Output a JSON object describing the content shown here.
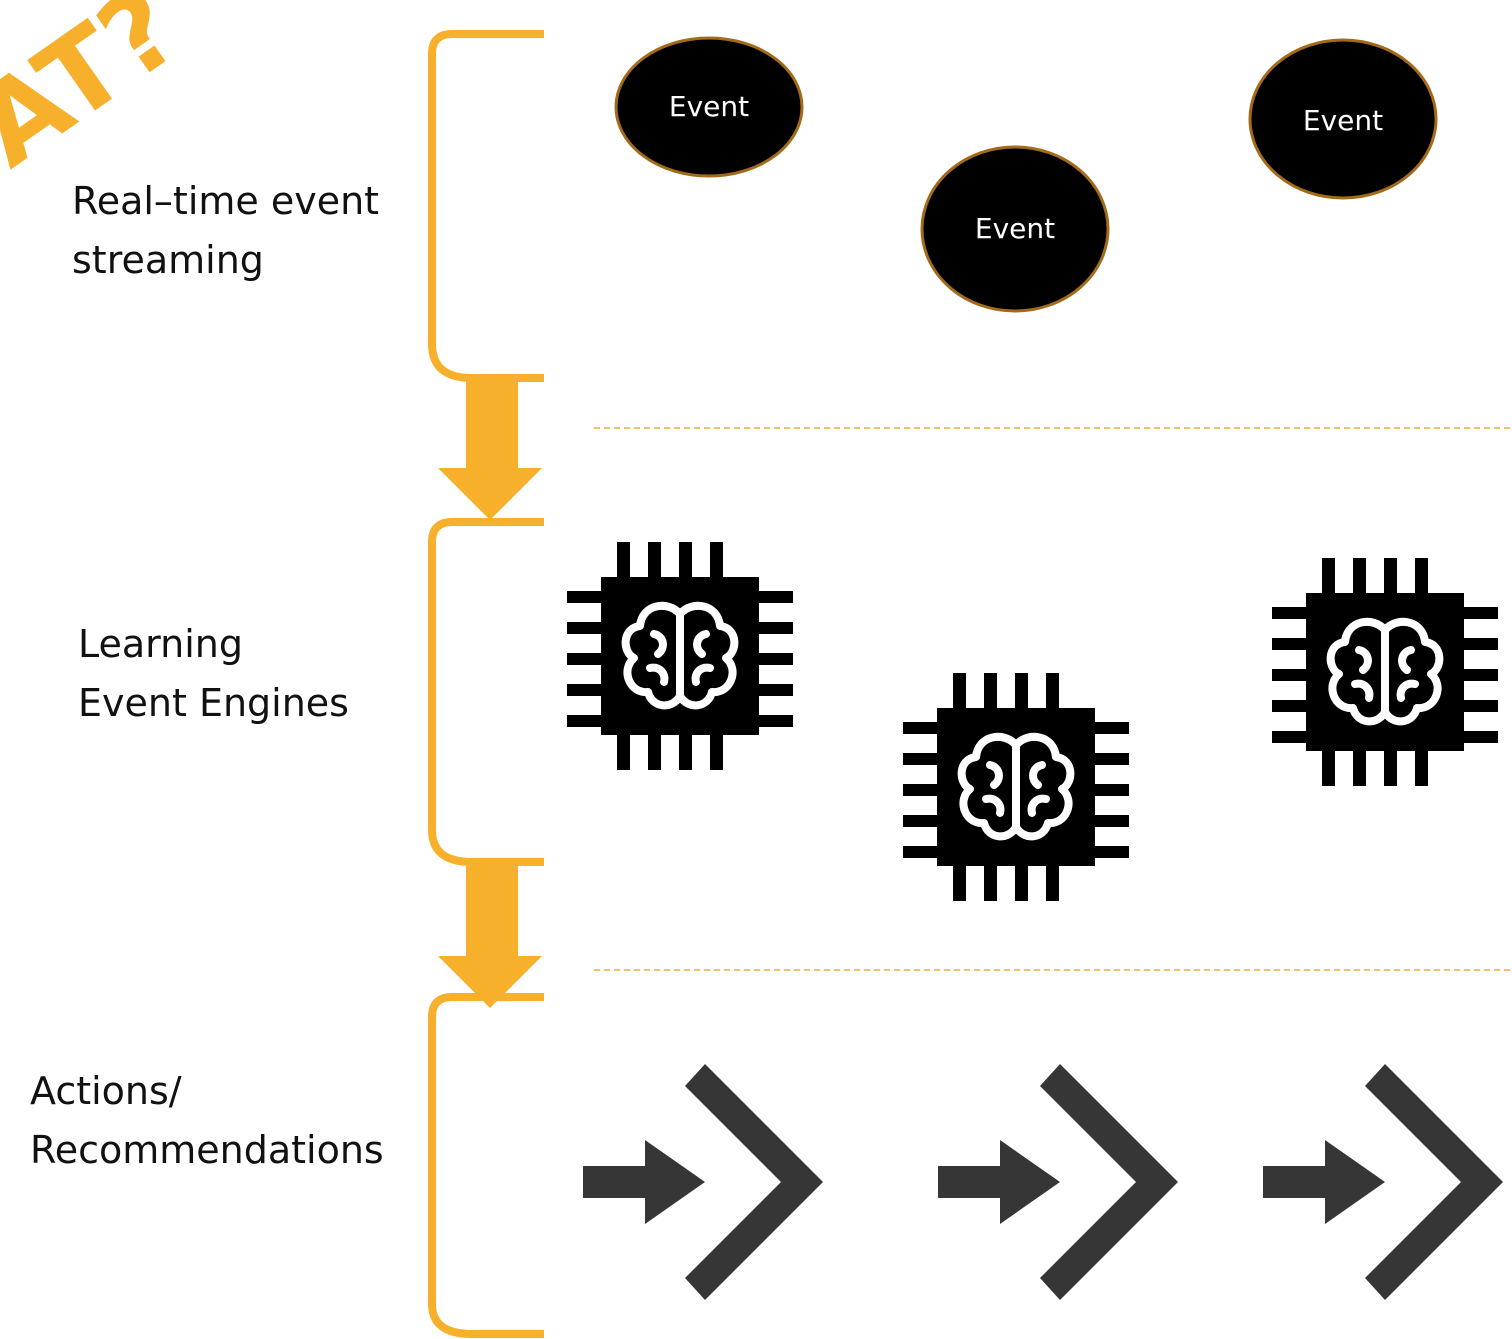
{
  "corner_text": "AT?",
  "stages": [
    {
      "id": "streaming",
      "label_lines": [
        "Real–time event",
        "streaming"
      ]
    },
    {
      "id": "engines",
      "label_lines": [
        "Learning",
        "Event Engines"
      ]
    },
    {
      "id": "actions",
      "label_lines": [
        "Actions/",
        "Recommendations"
      ]
    }
  ],
  "events": [
    {
      "label": "Event"
    },
    {
      "label": "Event"
    },
    {
      "label": "Event"
    }
  ],
  "engines": [
    {
      "icon": "brain-chip-icon"
    },
    {
      "icon": "brain-chip-icon"
    },
    {
      "icon": "brain-chip-icon"
    }
  ],
  "actions": [
    {
      "icon": "sign-in-arrow-icon"
    },
    {
      "icon": "sign-in-arrow-icon"
    },
    {
      "icon": "sign-in-arrow-icon"
    }
  ],
  "colors": {
    "accent": "#f7b02c",
    "event_fill": "#000000",
    "event_border": "#a36a1a",
    "chip": "#000000",
    "action_icon": "#363636",
    "divider": "#f0c16a"
  }
}
